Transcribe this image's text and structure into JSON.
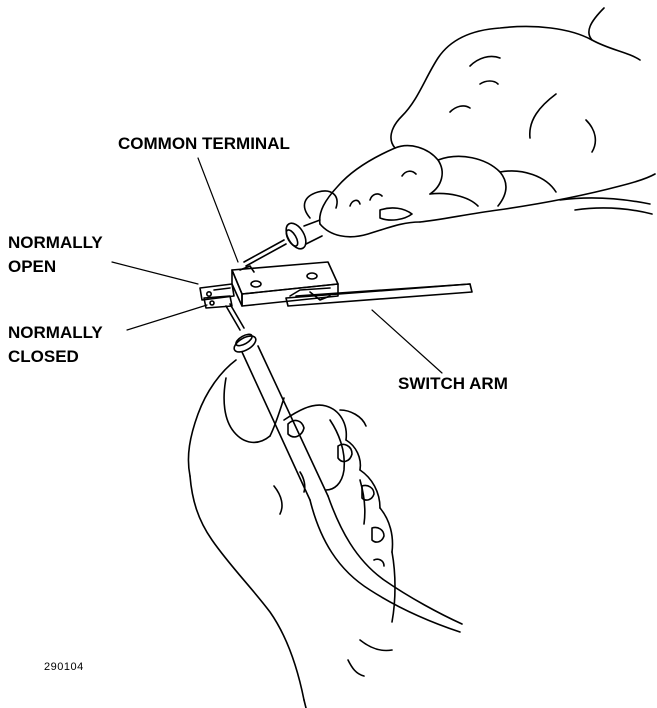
{
  "labels": {
    "common_terminal": "COMMON TERMINAL",
    "normally_open_1": "NORMALLY",
    "normally_open_2": "OPEN",
    "normally_closed_1": "NORMALLY",
    "normally_closed_2": "CLOSED",
    "switch_arm": "SWITCH ARM"
  },
  "figure_number": "290104",
  "colors": {
    "ink": "#000000",
    "background": "#ffffff"
  }
}
